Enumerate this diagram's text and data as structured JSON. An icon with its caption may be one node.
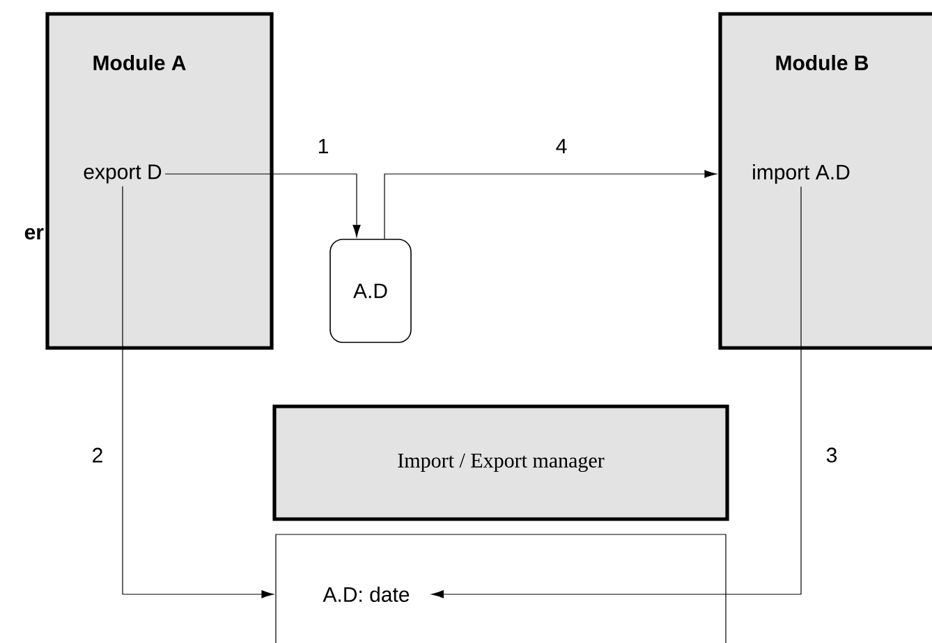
{
  "diagram": {
    "nodes": [
      {
        "text": [
          "Module A"
        ]
      },
      {
        "text": [
          "export D"
        ],
        "in": 0
      },
      {
        "text": [
          "Module B"
        ]
      },
      {
        "text": [
          "import A.D"
        ],
        "in": 2
      },
      {
        "text": [
          "A.D"
        ]
      },
      {
        "text": [
          "Import / Export manager"
        ]
      },
      {
        "text": [],
        "shape": "box"
      },
      {
        "text": [
          "A.D: date"
        ],
        "in": 6
      }
    ],
    "edges": [
      {
        "from": 1,
        "to": 4,
        "arrow": "to",
        "label": "1"
      },
      {
        "from": 4,
        "to": 3,
        "arrow": "to",
        "label": "4"
      },
      {
        "from": 1,
        "to": 6,
        "arrow": "to",
        "label": "2"
      },
      {
        "from": 3,
        "to": 7,
        "arrow": "to",
        "label": "3"
      }
    ],
    "labels": [
      "er"
    ]
  }
}
